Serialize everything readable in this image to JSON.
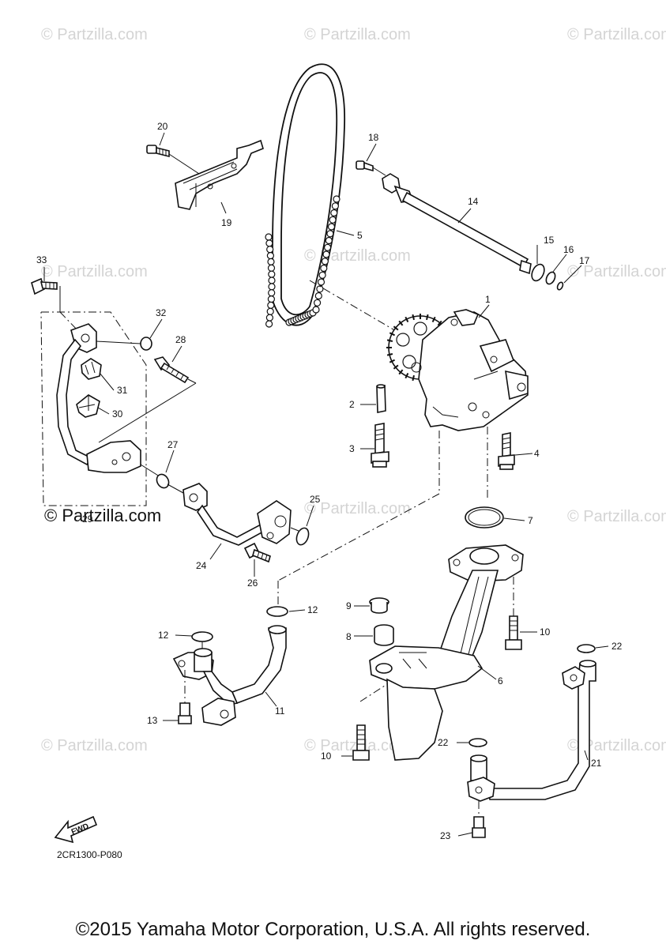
{
  "watermarks": {
    "text": "© Partzilla.com",
    "bold_text": "© Partzilla.com"
  },
  "callouts": {
    "c1": "1",
    "c2": "2",
    "c3": "3",
    "c4": "4",
    "c5": "5",
    "c6": "6",
    "c7": "7",
    "c8": "8",
    "c9": "9",
    "c10a": "10",
    "c10b": "10",
    "c11": "11",
    "c12a": "12",
    "c12b": "12",
    "c13": "13",
    "c14": "14",
    "c15": "15",
    "c16": "16",
    "c17": "17",
    "c18": "18",
    "c19": "19",
    "c20": "20",
    "c21": "21",
    "c22a": "22",
    "c22b": "22",
    "c23": "23",
    "c24": "24",
    "c25": "25",
    "c26": "26",
    "c27": "27",
    "c28": "28",
    "c29": "29",
    "c30": "30",
    "c31": "31",
    "c32": "32",
    "c33": "33"
  },
  "fwd_label": "FWD",
  "diagram_code": "2CR1300-P080",
  "copyright": "©2015 Yamaha Motor Corporation, U.S.A. All rights reserved."
}
